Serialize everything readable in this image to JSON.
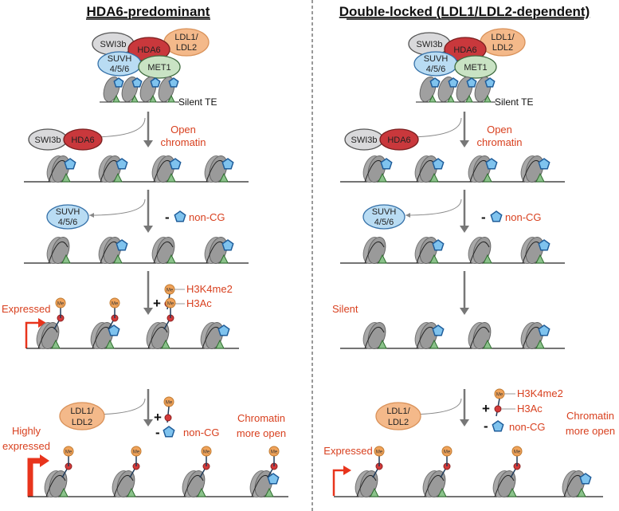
{
  "colors": {
    "hda6": "#c9383c",
    "swi3b": "#d9d9db",
    "ldl": "#f4b98a",
    "suvh": "#b9dcf3",
    "met1": "#c9e3c4",
    "text_red": "#d8401f",
    "pentagon": "#7fc3ee",
    "me": "#f0a35a",
    "ac": "#d33a3a",
    "nucleosome": "#9e9e9e",
    "dna_triangle": "#8ac28a"
  },
  "left": {
    "title": "HDA6-predominant",
    "complex": {
      "swi3b": "SWI3b",
      "hda6": "HDA6",
      "ldl1": "LDL1/",
      "ldl2": "LDL2",
      "suvh1": "SUVH",
      "suvh2": "4/5/6",
      "met1": "MET1"
    },
    "silent_te": "Silent TE",
    "step1": {
      "swi3b": "SWI3b",
      "hda6": "HDA6",
      "label1": "Open",
      "label2": "chromatin"
    },
    "step2": {
      "suvh1": "SUVH",
      "suvh2": "4/5/6",
      "minus": "-",
      "noncg": "non-CG"
    },
    "step3": {
      "plus": "+",
      "me": "Me",
      "h3k4": "H3K4me2",
      "h3ac": "H3Ac",
      "state": "Expressed"
    },
    "step4": {
      "ldl1": "LDL1/",
      "ldl2": "LDL2",
      "plus": "+",
      "minus": "-",
      "me": "Me",
      "noncg": "non-CG",
      "open1": "Chromatin",
      "open2": "more open",
      "state1": "Highly",
      "state2": "expressed"
    },
    "rows": [
      {
        "me": [
          false,
          false,
          false,
          false
        ],
        "penta": [
          true,
          true,
          true,
          true
        ]
      },
      {
        "me": [
          false,
          false,
          false,
          false
        ],
        "penta": [
          false,
          true,
          false,
          true
        ]
      },
      {
        "me": [
          true,
          true,
          true,
          false
        ],
        "penta": [
          false,
          true,
          false,
          true
        ]
      },
      {
        "me": [
          true,
          true,
          true,
          true
        ],
        "penta": [
          false,
          false,
          false,
          true
        ]
      }
    ]
  },
  "right": {
    "title": "Double-locked (LDL1/LDL2-dependent)",
    "complex": {
      "swi3b": "SWI3b",
      "hda6": "HDA6",
      "ldl1": "LDL1/",
      "ldl2": "LDL2",
      "suvh1": "SUVH",
      "suvh2": "4/5/6",
      "met1": "MET1"
    },
    "silent_te": "Silent TE",
    "step1": {
      "swi3b": "SWI3b",
      "hda6": "HDA6",
      "label1": "Open",
      "label2": "chromatin"
    },
    "step2": {
      "suvh1": "SUVH",
      "suvh2": "4/5/6",
      "minus": "-",
      "noncg": "non-CG"
    },
    "step3": {
      "state": "Silent"
    },
    "step4": {
      "ldl1": "LDL1/",
      "ldl2": "LDL2",
      "plus": "+",
      "minus": "-",
      "me": "Me",
      "h3k4": "H3K4me2",
      "h3ac": "H3Ac",
      "noncg": "non-CG",
      "open1": "Chromatin",
      "open2": "more open",
      "state": "Expressed"
    },
    "rows": [
      {
        "me": [
          false,
          false,
          false,
          false
        ],
        "penta": [
          true,
          true,
          true,
          true
        ]
      },
      {
        "me": [
          false,
          false,
          false,
          false
        ],
        "penta": [
          false,
          true,
          false,
          true
        ]
      },
      {
        "me": [
          false,
          false,
          false,
          false
        ],
        "penta": [
          false,
          true,
          false,
          true
        ]
      },
      {
        "me": [
          true,
          true,
          true,
          false
        ],
        "penta": [
          false,
          false,
          false,
          true
        ]
      }
    ]
  }
}
